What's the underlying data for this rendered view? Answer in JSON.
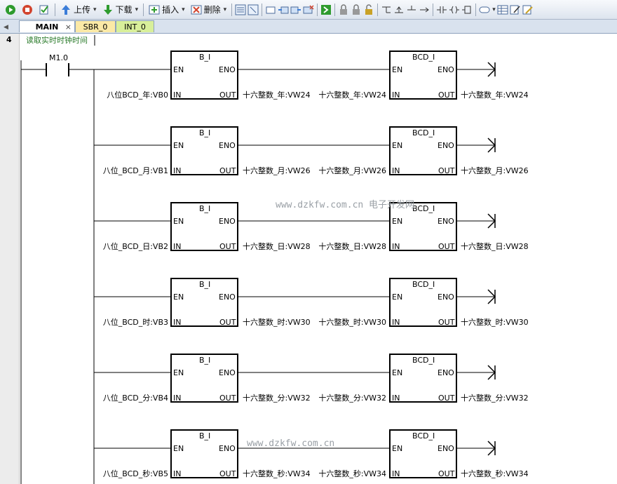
{
  "toolbar": {
    "run_icon": "run-icon",
    "stop_icon": "stop-icon",
    "compile_icon": "compile-icon",
    "upload_label": "上传",
    "download_label": "下载",
    "insert_label": "插入",
    "delete_label": "删除"
  },
  "tabs": [
    {
      "label": "MAIN",
      "close": "×"
    },
    {
      "label": "SBR_0"
    },
    {
      "label": "INT_0"
    }
  ],
  "network": {
    "number": "4",
    "comment": "读取实时时钟时间",
    "contact_label": "M1.0"
  },
  "rungs": [
    {
      "block1": "B_I",
      "block2": "BCD_I",
      "in": "八位BCD_年:VB0",
      "out1": "十六整数_年:VW24",
      "in2": "十六整数_年:VW24",
      "out2": "十六整数_年:VW24"
    },
    {
      "block1": "B_I",
      "block2": "BCD_I",
      "in": "八位_BCD_月:VB1",
      "out1": "十六整数_月:VW26",
      "in2": "十六整数_月:VW26",
      "out2": "十六整数_月:VW26"
    },
    {
      "block1": "B_I",
      "block2": "BCD_I",
      "in": "八位_BCD_日:VB2",
      "out1": "十六整数_日:VW28",
      "in2": "十六整数_日:VW28",
      "out2": "十六整数_日:VW28"
    },
    {
      "block1": "B_I",
      "block2": "BCD_I",
      "in": "八位_BCD_时:VB3",
      "out1": "十六整数_时:VW30",
      "in2": "十六整数_时:VW30",
      "out2": "十六整数_时:VW30"
    },
    {
      "block1": "B_I",
      "block2": "BCD_I",
      "in": "八位_BCD_分:VB4",
      "out1": "十六整数_分:VW32",
      "in2": "十六整数_分:VW32",
      "out2": "十六整数_分:VW32"
    },
    {
      "block1": "B_I",
      "block2": "BCD_I",
      "in": "八位_BCD_秒:VB5",
      "out1": "十六整数_秒:VW34",
      "in2": "十六整数_秒:VW34",
      "out2": "十六整数_秒:VW34"
    }
  ],
  "pins": {
    "en": "EN",
    "eno": "ENO",
    "in": "IN",
    "out": "OUT"
  },
  "watermarks": [
    "www.dzkfw.com.cn 电子开发网",
    "www.dzkfw.com.cn"
  ]
}
